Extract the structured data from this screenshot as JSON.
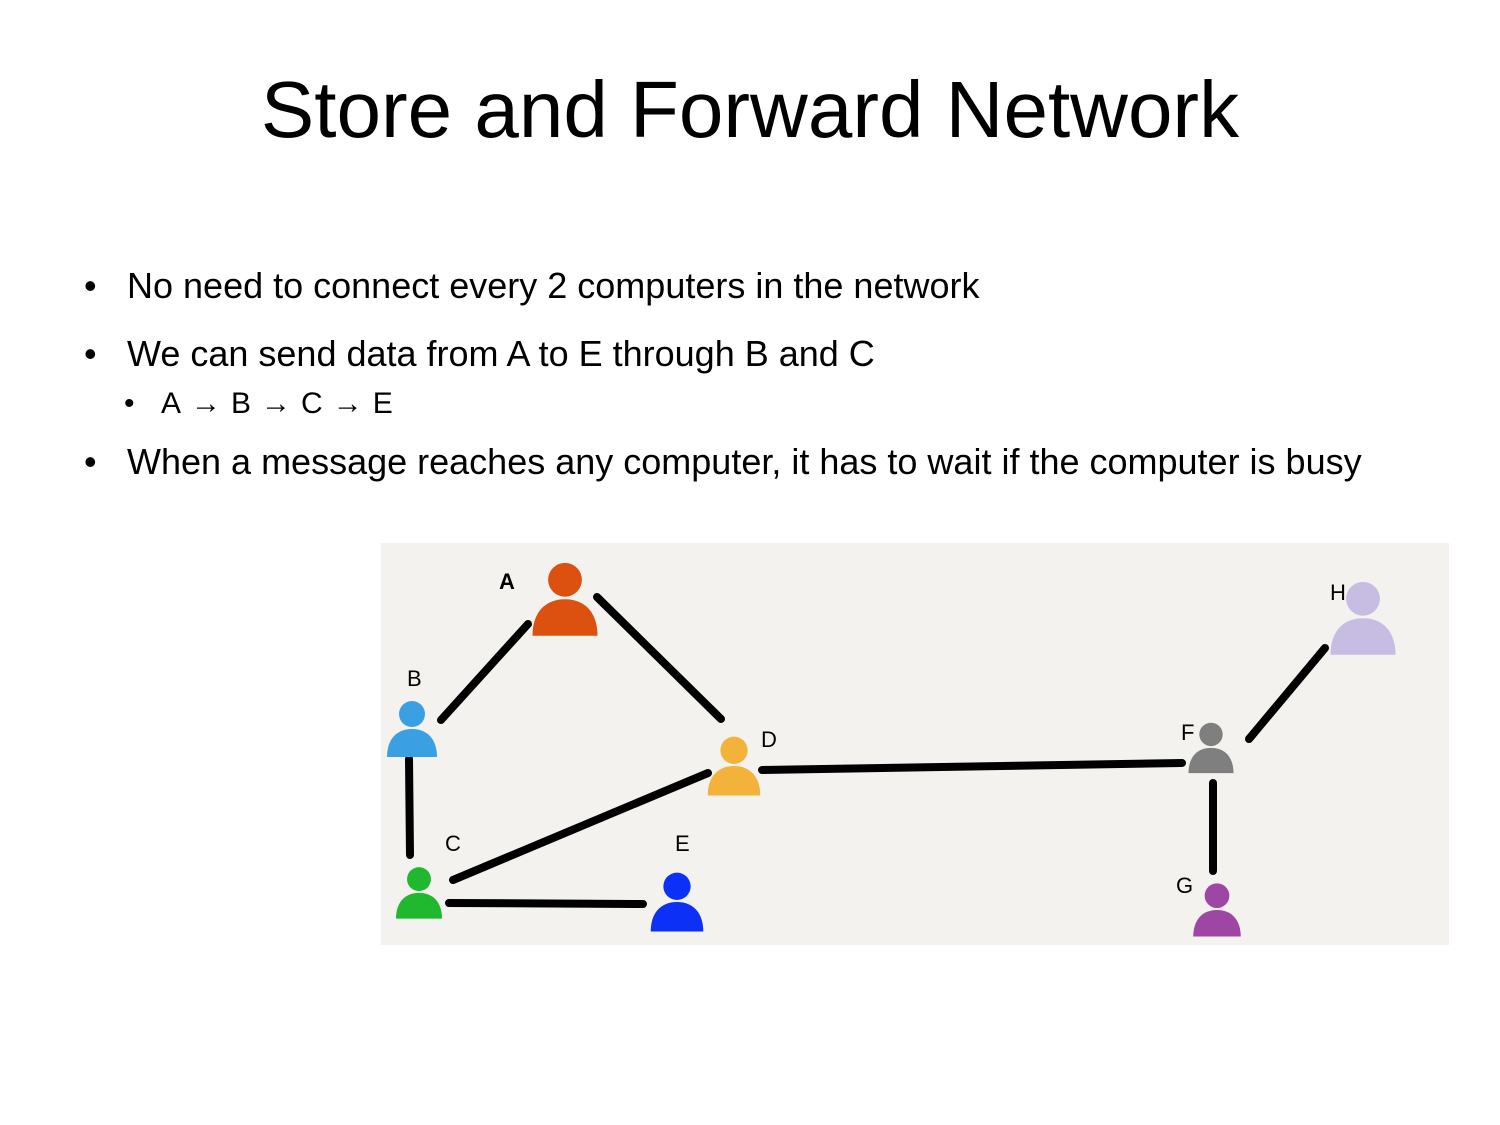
{
  "title": "Store and Forward Network",
  "bullets": [
    {
      "text": "No need to connect every 2 computers in the network"
    },
    {
      "text": "We can send data from A to  E through B and C"
    },
    {
      "text": "When a message reaches any computer, it has to wait if the computer is busy"
    }
  ],
  "sub_bullet": {
    "steps": [
      "A",
      "B",
      "C",
      "E"
    ]
  },
  "diagram": {
    "background": "#f3f2ef",
    "nodes": [
      {
        "id": "A",
        "label": "A",
        "color": "#dc5010",
        "icon": "person-icon"
      },
      {
        "id": "B",
        "label": "B",
        "color": "#3ba0e3",
        "icon": "person-icon"
      },
      {
        "id": "C",
        "label": "C",
        "color": "#1fb82e",
        "icon": "person-icon"
      },
      {
        "id": "D",
        "label": "D",
        "color": "#f3b23a",
        "icon": "person-icon"
      },
      {
        "id": "E",
        "label": "E",
        "color": "#0c30f5",
        "icon": "person-icon"
      },
      {
        "id": "F",
        "label": "F",
        "color": "#7f7f7f",
        "icon": "person-icon"
      },
      {
        "id": "G",
        "label": "G",
        "color": "#9e46a3",
        "icon": "person-icon"
      },
      {
        "id": "H",
        "label": "H",
        "color": "#c7bde3",
        "icon": "person-icon"
      }
    ],
    "edges": [
      [
        "A",
        "B"
      ],
      [
        "A",
        "D"
      ],
      [
        "B",
        "C"
      ],
      [
        "C",
        "D"
      ],
      [
        "C",
        "E"
      ],
      [
        "D",
        "F"
      ],
      [
        "F",
        "H"
      ],
      [
        "F",
        "G"
      ]
    ]
  }
}
